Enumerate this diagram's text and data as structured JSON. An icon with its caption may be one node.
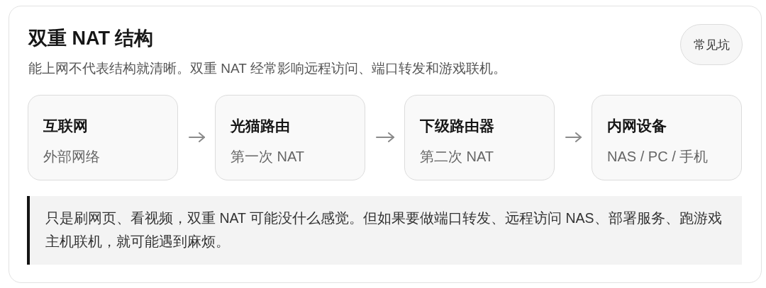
{
  "diagram": {
    "title": "双重 NAT 结构",
    "nodes": [
      {
        "text": [
          "常见坑"
        ]
      },
      {
        "text": [
          "互联网",
          "外部网络"
        ]
      },
      {
        "text": [
          "光猫路由",
          "第一次 NAT"
        ]
      },
      {
        "text": [
          "下级路由器",
          "第二次 NAT"
        ]
      },
      {
        "text": [
          "内网设备",
          "NAS / PC / 手机"
        ]
      },
      {
        "text": [
          "只是刷网页、看视频，双重 NAT 可能没什么感觉。但如果要做端口转发、远程访问 NAS、部署服务、跑游戏主机联机，就可能遇到麻烦。"
        ]
      }
    ],
    "edges": [
      {
        "from": 1,
        "to": 2,
        "arrow": "to"
      },
      {
        "from": 2,
        "to": 3,
        "arrow": "to"
      },
      {
        "from": 3,
        "to": 4,
        "arrow": "to"
      }
    ],
    "labels": [
      "能上网不代表结构就清晰。双重 NAT 经常影响远程访问、端口转发和游戏联机。"
    ]
  }
}
